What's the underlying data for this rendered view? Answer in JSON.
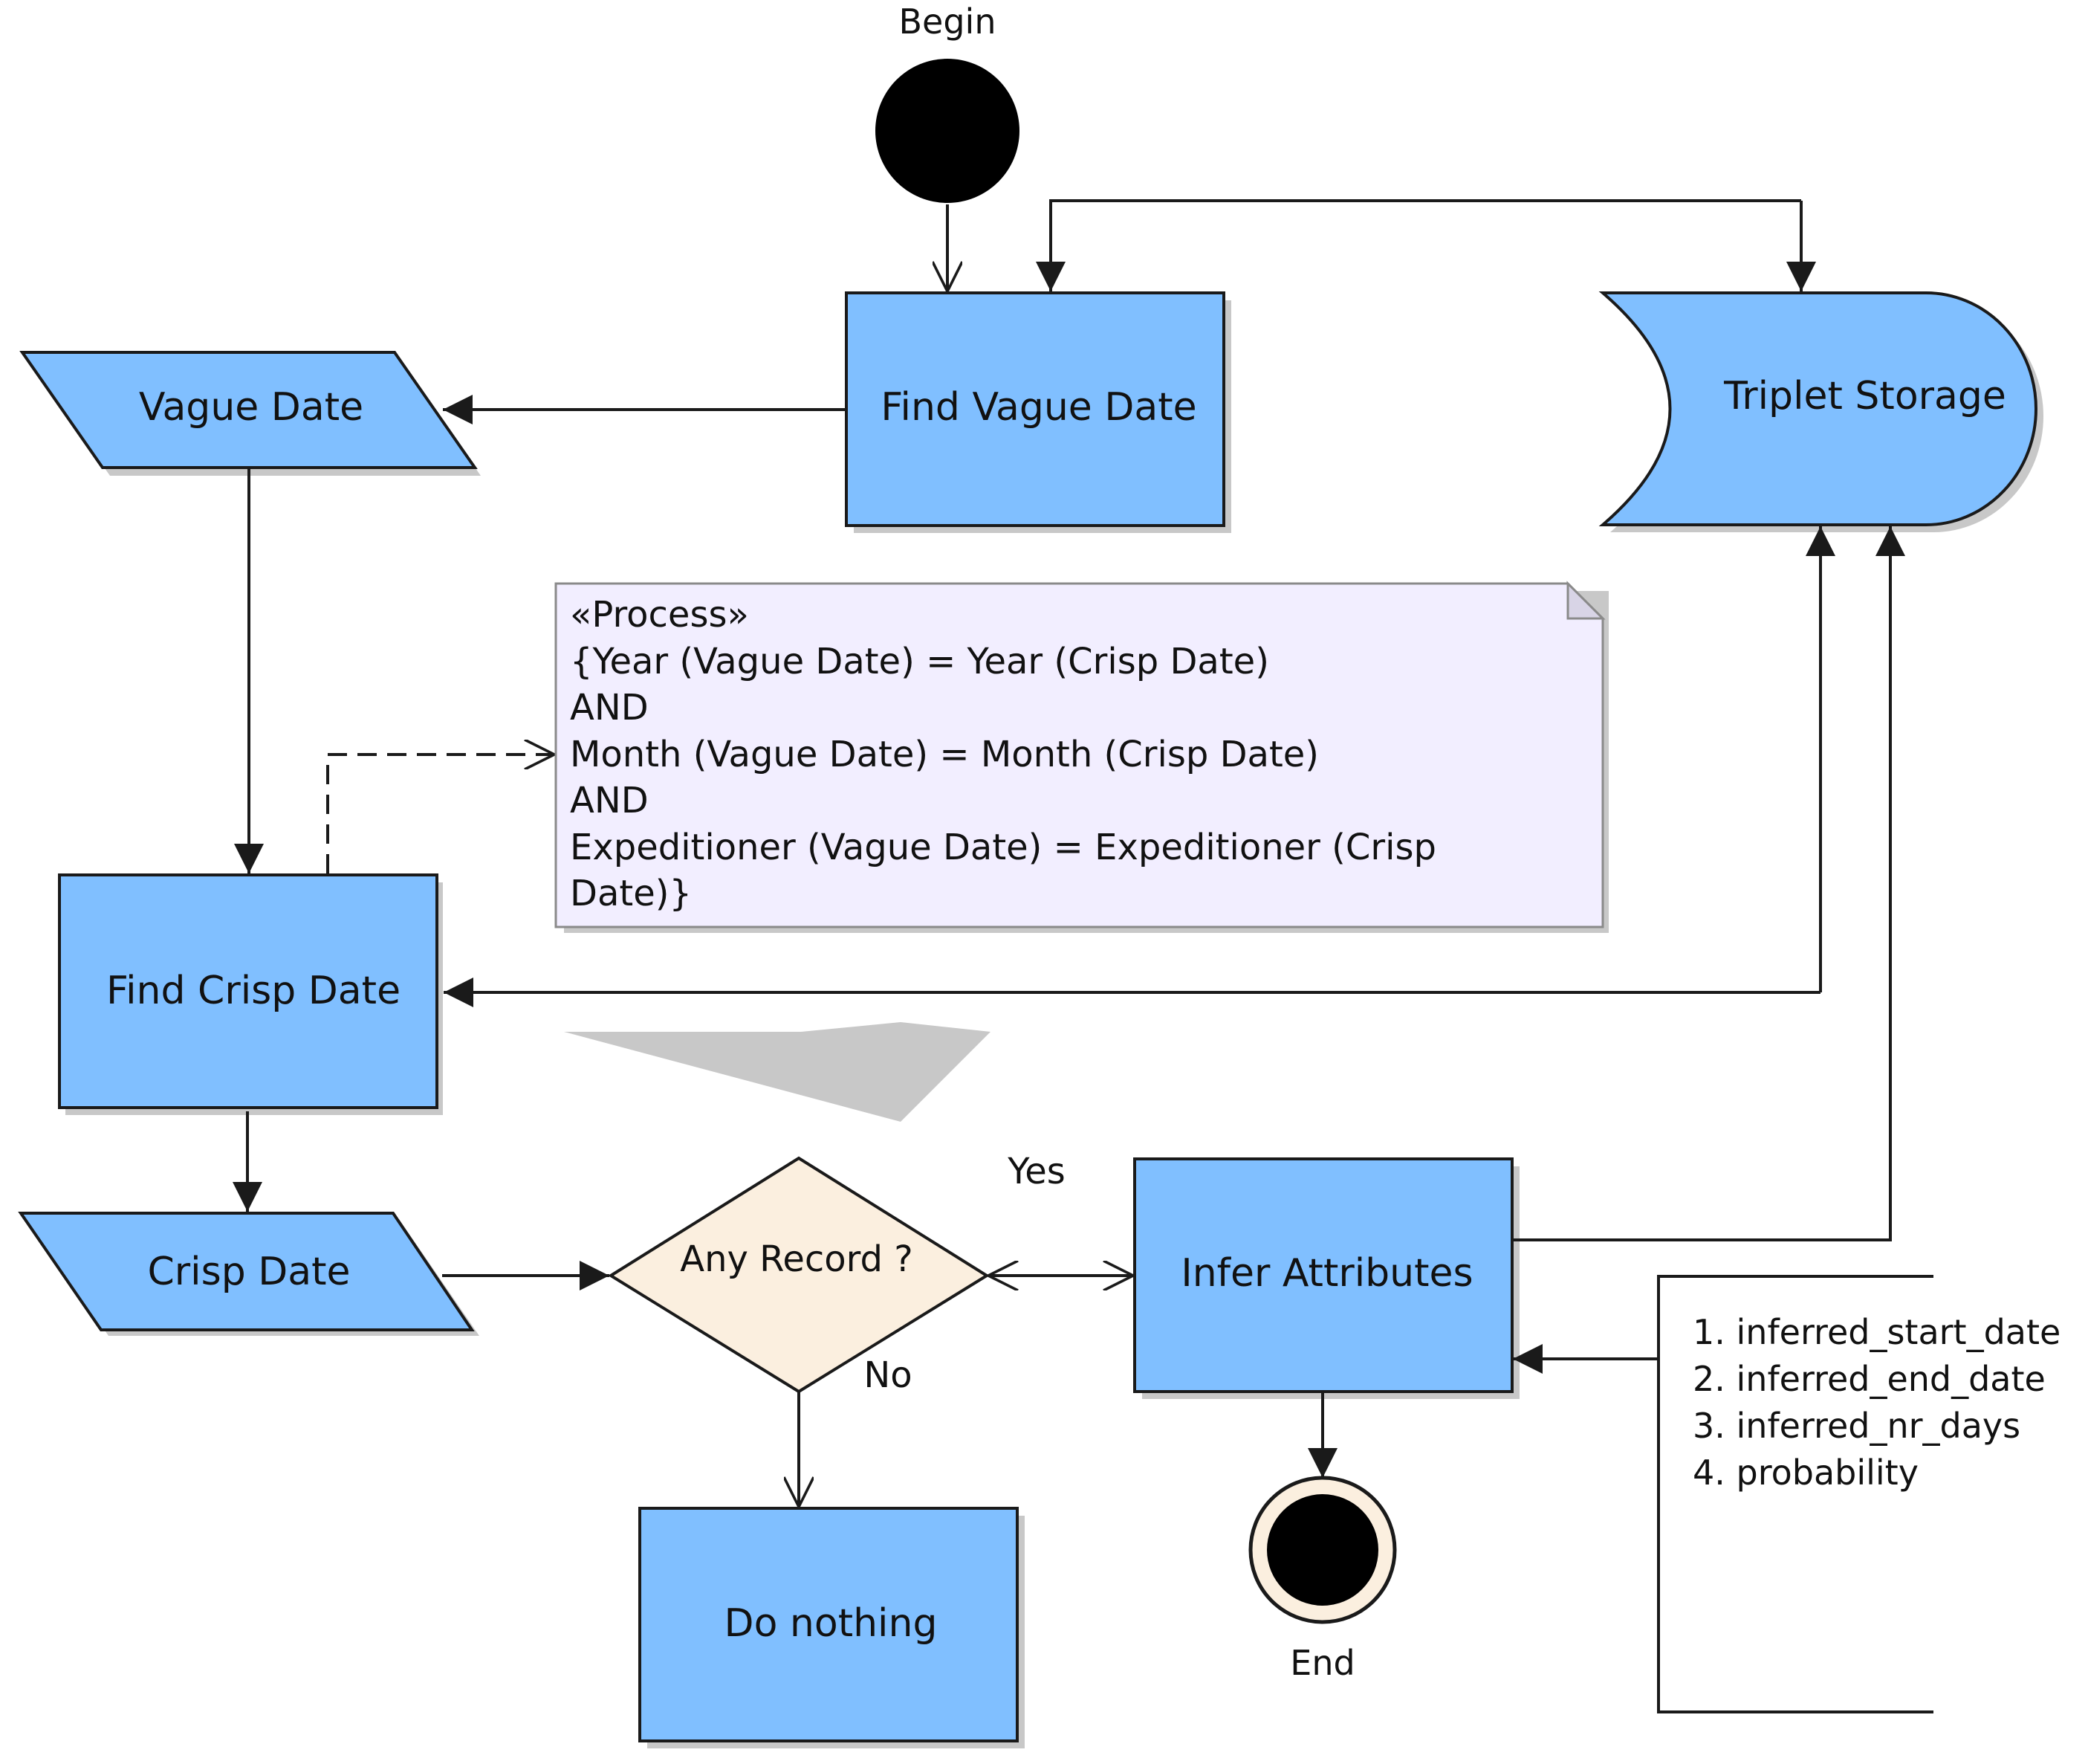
{
  "diagram": {
    "start": {
      "label": "Begin"
    },
    "end": {
      "label": "End"
    },
    "nodes": {
      "find_vague_date": "Find Vague Date",
      "triplet_storage": "Triplet Storage",
      "vague_date": "Vague Date",
      "find_crisp_date": "Find Crisp Date",
      "crisp_date": "Crisp Date",
      "any_record": "Any Record ?",
      "infer_attributes": "Infer Attributes",
      "do_nothing": "Do nothing"
    },
    "note": {
      "lines": [
        "«Process»",
        "{Year (Vague Date) = Year (Crisp Date)",
        "AND",
        "Month (Vague Date) = Month (Crisp Date)",
        "AND",
        "Expeditioner (Vague Date) = Expeditioner (Crisp",
        "Date)}"
      ]
    },
    "edge_labels": {
      "yes": "Yes",
      "no": "No"
    },
    "attributes_list": [
      "1. inferred_start_date",
      "2. inferred_end_date",
      "3. inferred_nr_days",
      "4. probability"
    ]
  },
  "colors": {
    "box_fill": "#80bfff",
    "decision_fill": "#fbefdf",
    "note_fill": "#f2eeff",
    "stroke": "#1a1a1a",
    "shadow": "#c8c8c8"
  }
}
